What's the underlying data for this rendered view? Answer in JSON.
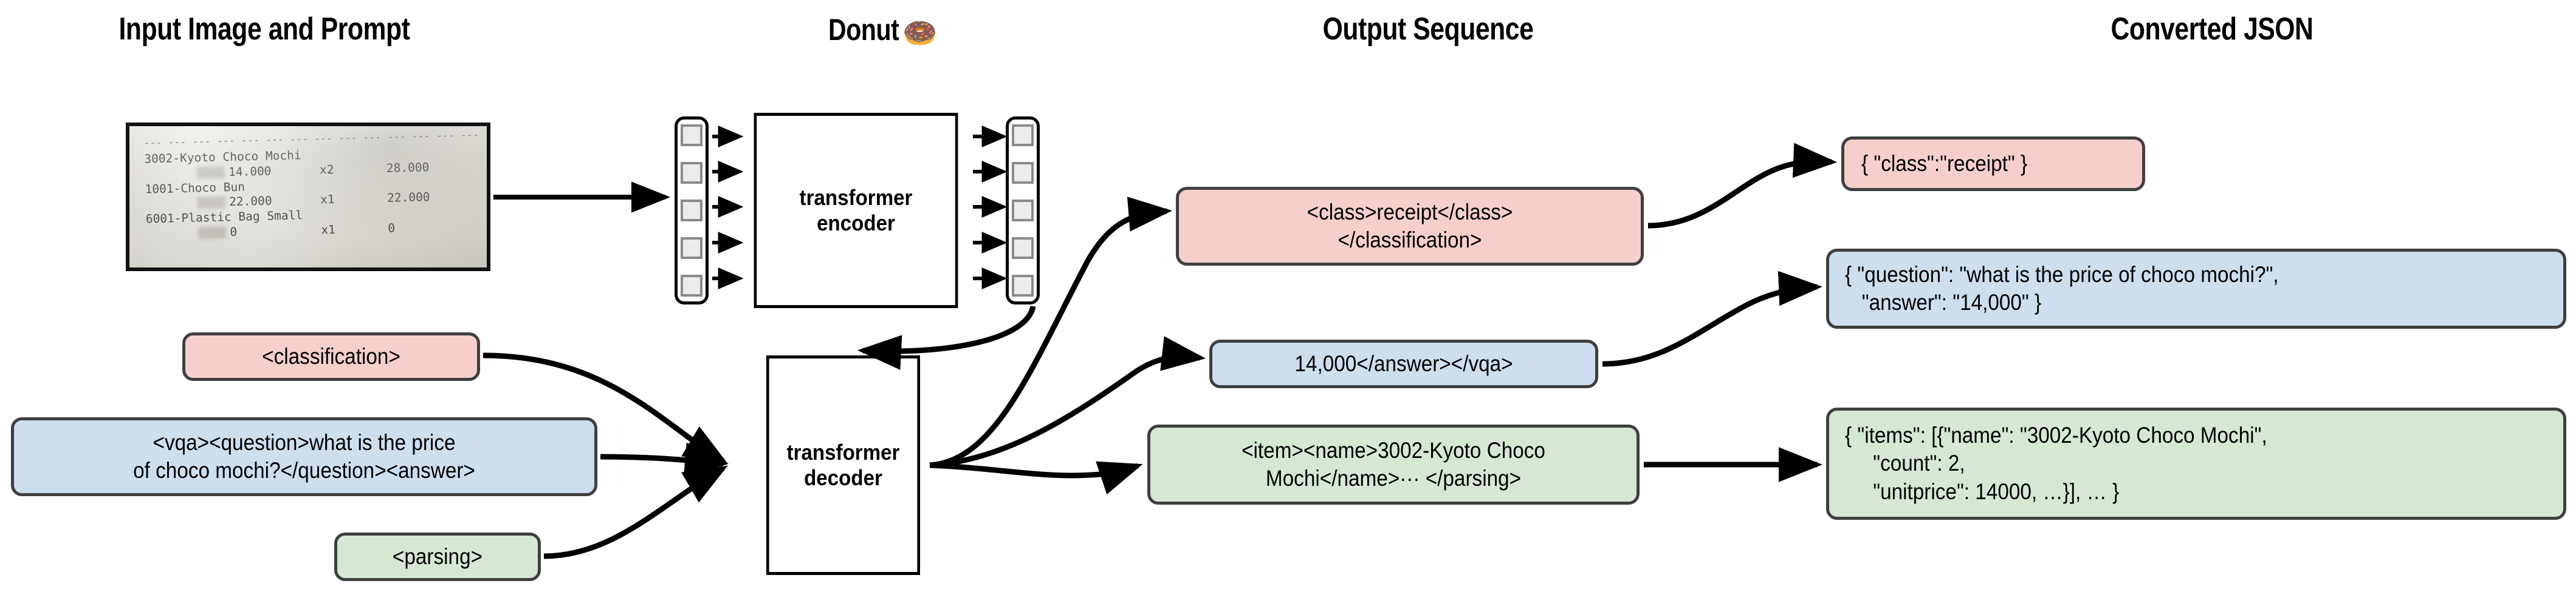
{
  "headings": [
    {
      "id": "input-image-and-prompt",
      "text": "Input Image and Prompt"
    },
    {
      "id": "donut",
      "text": "Donut",
      "emoji": "🍩"
    },
    {
      "id": "output-sequence",
      "text": "Output Sequence"
    },
    {
      "id": "converted-json",
      "text": "Converted JSON"
    }
  ],
  "receipt": {
    "dashes": "--- --- --- --- --- --- --- --- --- --- --- --- --- --- --- --- --- --- --- --- --- --- ---",
    "lines": [
      {
        "name": "3002-Kyoto Choco Mochi",
        "price": "14.000",
        "count": "x2",
        "total": "28.000"
      },
      {
        "name": "1001-Choco Bun",
        "price": "22.000",
        "count": "x1",
        "total": "22.000"
      },
      {
        "name": "6001-Plastic Bag Small",
        "price": "0",
        "count": "x1",
        "total": "0"
      }
    ]
  },
  "model": {
    "encoder_label": "transformer\nencoder",
    "decoder_label": "transformer\ndecoder",
    "token_count": 5
  },
  "prompts": [
    {
      "id": "classification-prompt",
      "color": "pink",
      "text": "<classification>"
    },
    {
      "id": "vqa-prompt",
      "color": "blue",
      "text": "<vqa><question>what is the price\nof choco mochi?</question><answer>"
    },
    {
      "id": "parsing-prompt",
      "color": "green",
      "text": "<parsing>"
    }
  ],
  "output_sequence": [
    {
      "id": "output-classification",
      "color": "pink",
      "text": "<class>receipt</class>\n</classification>"
    },
    {
      "id": "output-vqa",
      "color": "blue",
      "text": "14,000</answer></vqa>"
    },
    {
      "id": "output-parsing",
      "color": "green",
      "text": "<item><name>3002-Kyoto Choco\nMochi</name>··· </parsing>"
    }
  ],
  "converted_json": [
    {
      "id": "json-classification",
      "color": "pink",
      "text": "{ \"class\":\"receipt\" }"
    },
    {
      "id": "json-vqa",
      "color": "blue",
      "text": "{ \"question\": \"what is the price of choco mochi?\",\n   \"answer\": \"14,000\" }"
    },
    {
      "id": "json-parsing",
      "color": "green",
      "text": "{ \"items\": [{\"name\": \"3002-Kyoto Choco Mochi\",\n     \"count\": 2,\n     \"unitprice\": 14000, …}], … }"
    }
  ],
  "colors": {
    "pink": "#f6cfcd",
    "blue": "#cddeef",
    "green": "#d6e8d4",
    "box_border": "#3f3f3f",
    "stroke": "#000000",
    "token_fill": "#ececec",
    "token_border": "#8a8a8a"
  }
}
